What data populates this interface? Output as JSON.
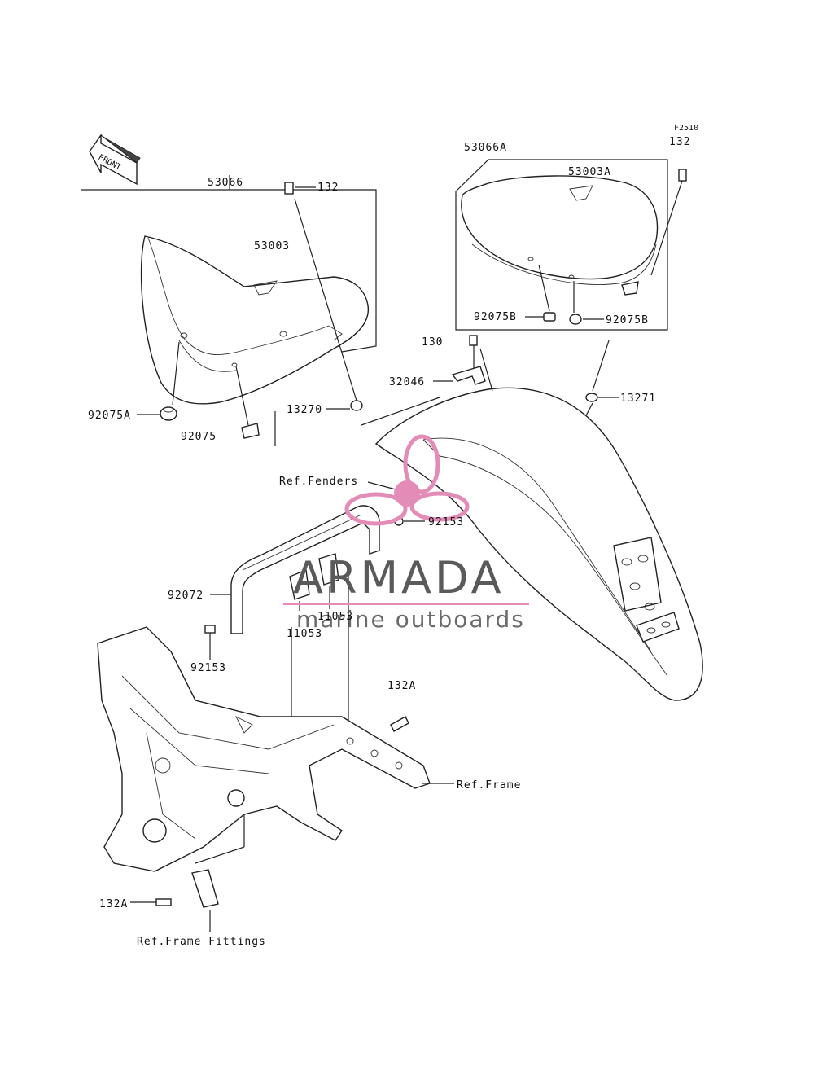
{
  "figure_code": "F2510",
  "front_label": "FRONT",
  "callouts": {
    "seat_assy": "53066",
    "seat_pad": "53003",
    "bolt_top": "132",
    "damper_a": "92075A",
    "damper": "92075",
    "nut_13270": "13270",
    "pillion_assy": "53066A",
    "pillion_pad": "53003A",
    "bolt_right": "132",
    "damper_b_left": "92075B",
    "damper_b_right": "92075B",
    "bolt_130": "130",
    "bracket": "32046",
    "nut_13271": "13271",
    "ref_fenders": "Ref.Fenders",
    "collar_right": "92153",
    "grab_bar": "92072",
    "collar_left": "92153",
    "bracket_a": "11053",
    "bracket_b": "11053",
    "bolt_132a_upper": "132A",
    "ref_frame": "Ref.Frame",
    "bolt_132a_lower": "132A",
    "ref_frame_fittings": "Ref.Frame Fittings"
  },
  "watermark": {
    "brand": "ARMADA",
    "tagline": "marine outboards",
    "accent_color": "#e48cb8"
  }
}
